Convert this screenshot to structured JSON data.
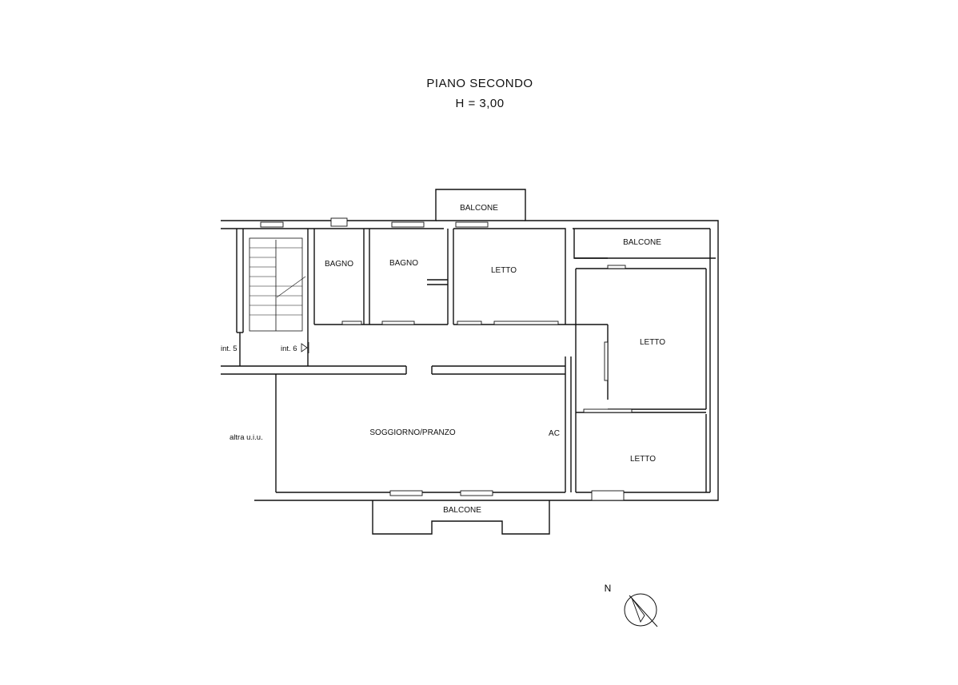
{
  "header": {
    "floor_name": "PIANO SECONDO",
    "height_note": "H = 3,00"
  },
  "rooms": {
    "balcone_top": "BALCONE",
    "balcone_right": "BALCONE",
    "balcone_bottom": "BALCONE",
    "bagno_1": "BAGNO",
    "bagno_2": "BAGNO",
    "letto_top": "LETTO",
    "letto_right": "LETTO",
    "letto_bottom": "LETTO",
    "soggiorno": "SOGGIORNO/PRANZO",
    "ac": "AC"
  },
  "labels": {
    "int5": "int. 5",
    "int6": "int. 6",
    "altra": "altra u.i.u."
  },
  "compass": {
    "north": "N"
  }
}
